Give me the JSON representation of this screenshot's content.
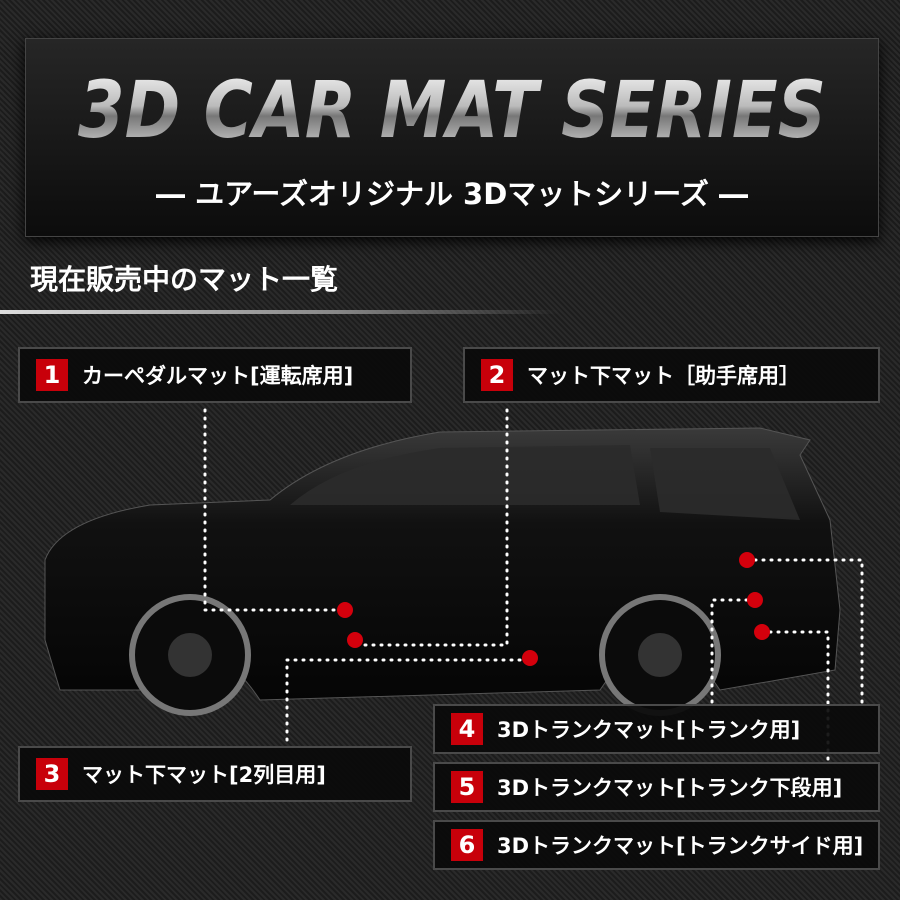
{
  "banner": {
    "title": "3D CAR MAT SERIES",
    "subtitle": "― ユアーズオリジナル 3Dマットシリーズ ―"
  },
  "heading": "現在販売中のマット一覧",
  "colors": {
    "accent": "#c8000a",
    "background": "#1c1c1c"
  },
  "items": [
    {
      "number": "1",
      "label": "カーペダルマット[運転席用]"
    },
    {
      "number": "2",
      "label": "マット下マット［助手席用］"
    },
    {
      "number": "3",
      "label": "マット下マット[2列目用]"
    },
    {
      "number": "4",
      "label": "3Dトランクマット[トランク用]"
    },
    {
      "number": "5",
      "label": "3Dトランクマット[トランク下段用]"
    },
    {
      "number": "6",
      "label": "3Dトランクマット[トランクサイド用]"
    }
  ]
}
